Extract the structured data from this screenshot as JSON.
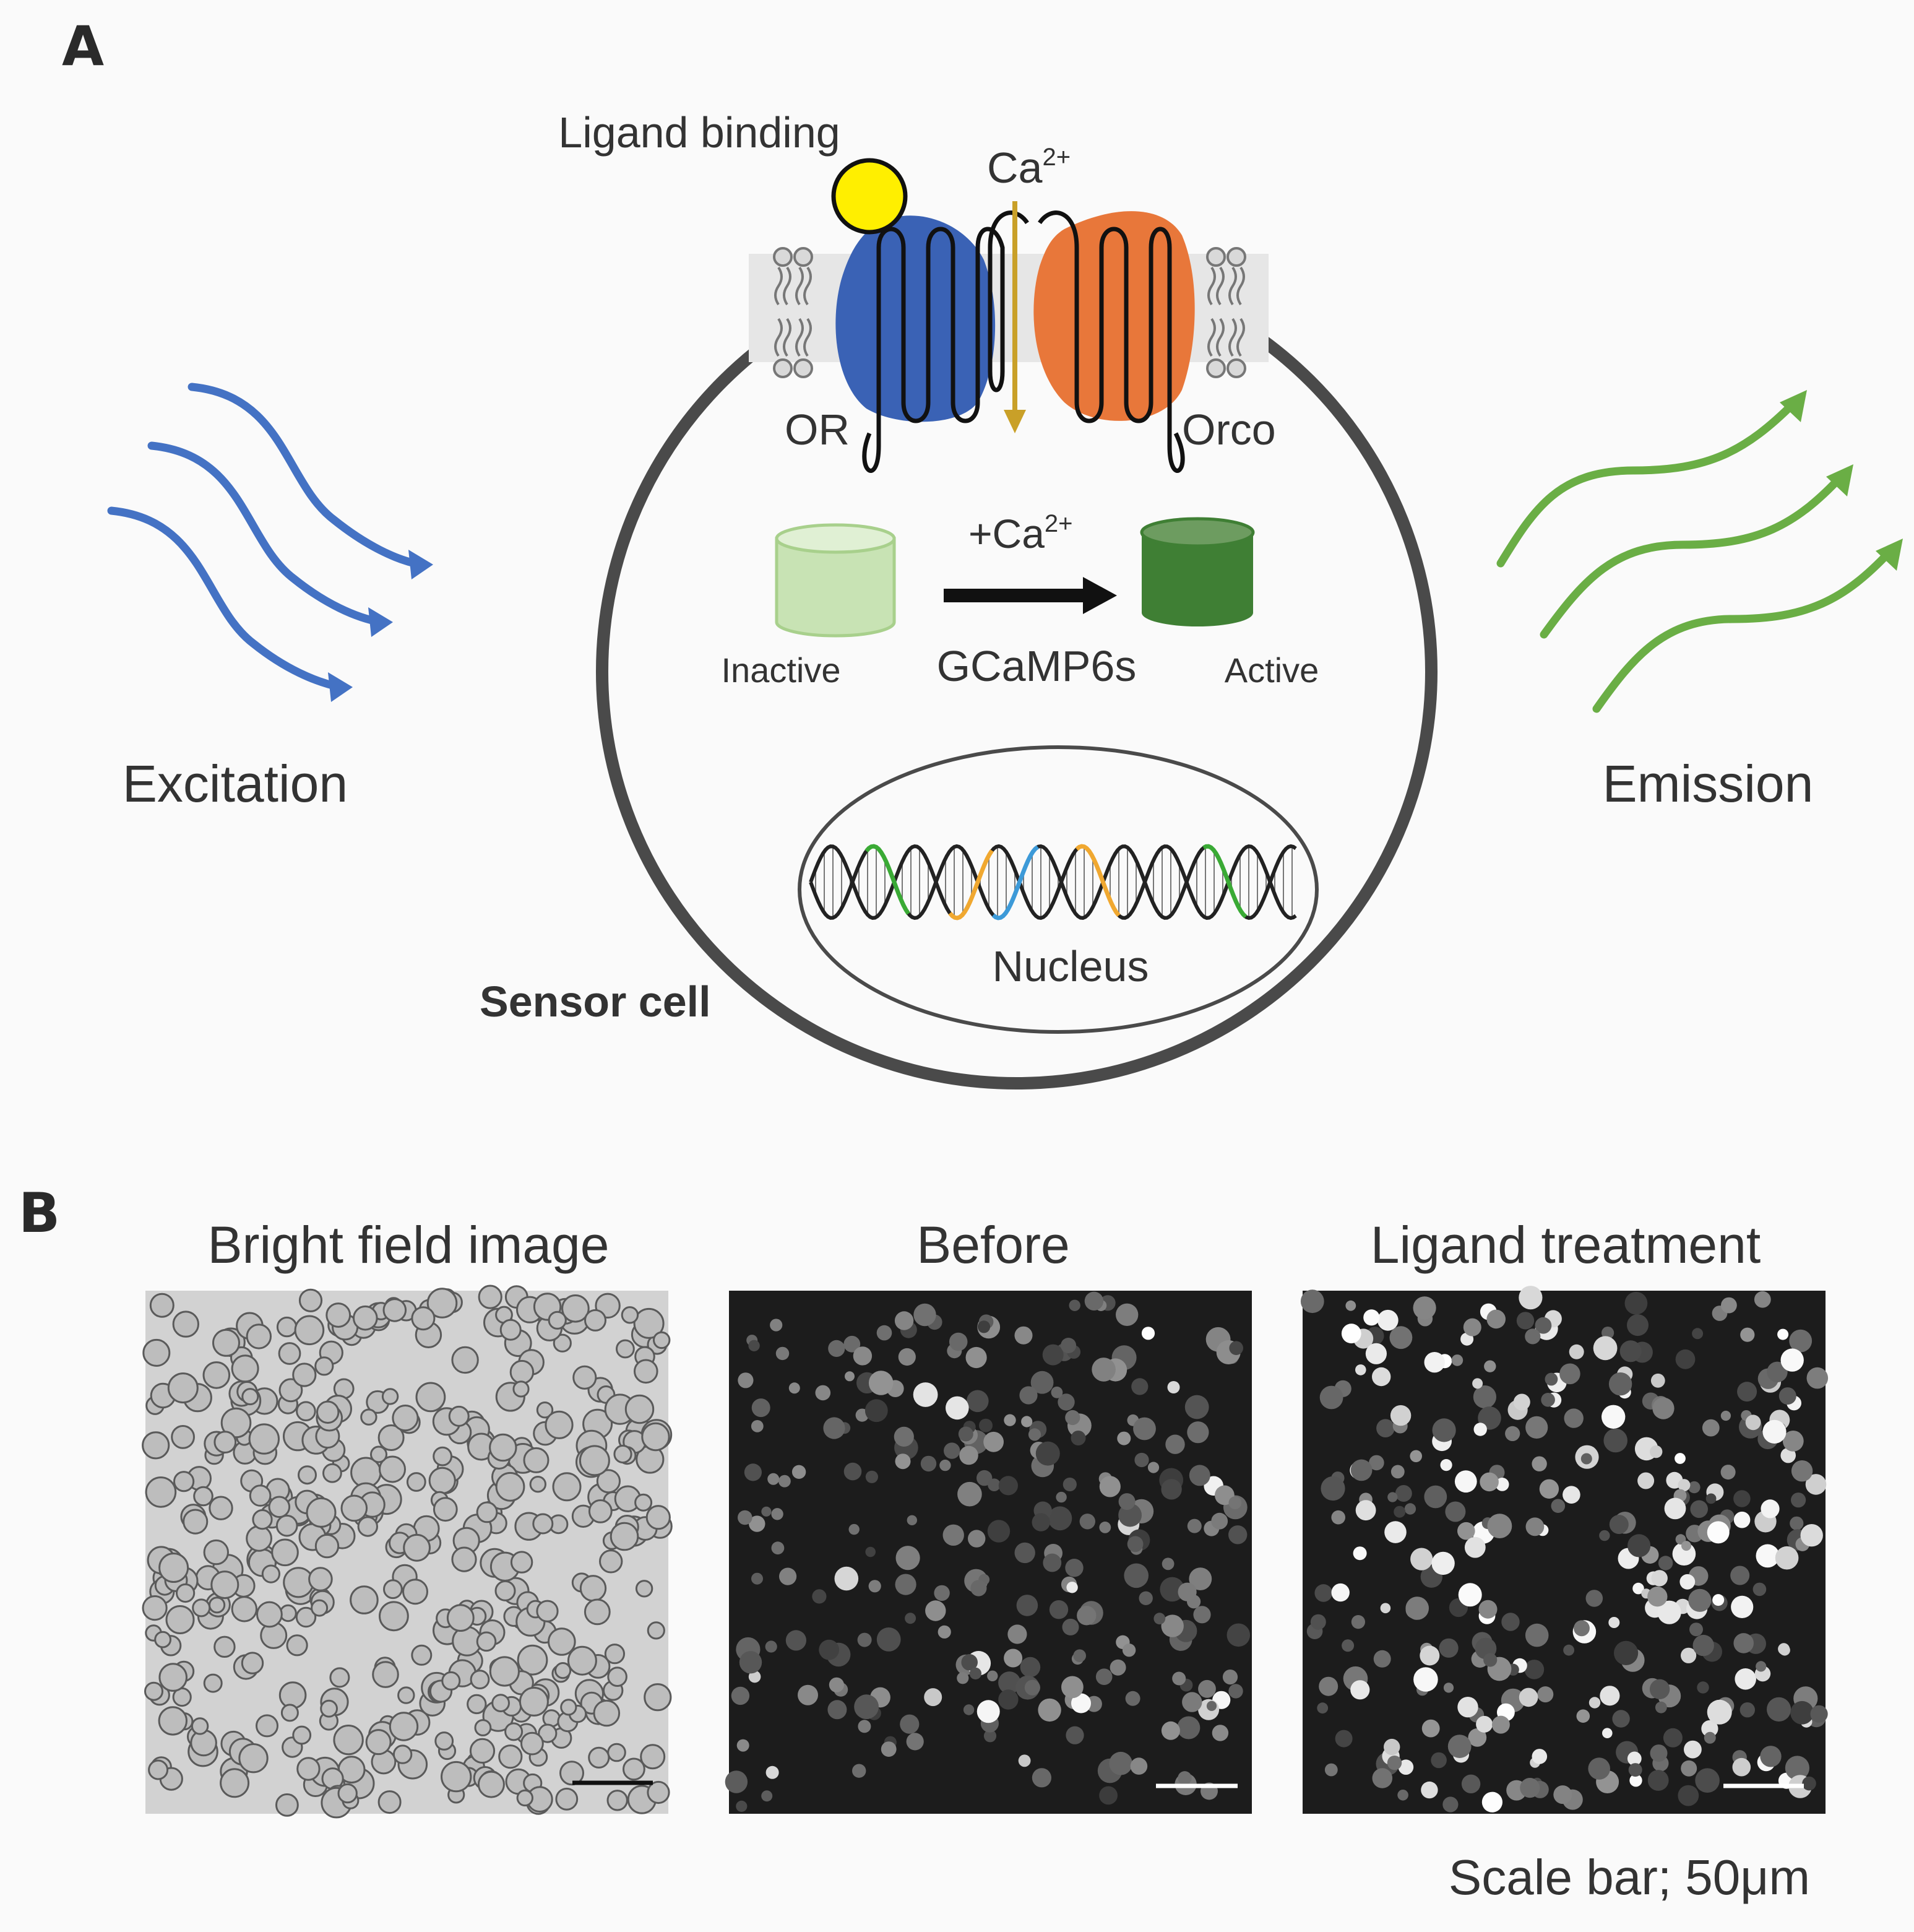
{
  "panel_a": {
    "letter": "A",
    "ligand_label": "Ligand binding",
    "ca_label_base": "Ca",
    "ca_label_sup": "2+",
    "or_label": "OR",
    "orco_label": "Orco",
    "plus_ca_base": "+Ca",
    "plus_ca_sup": "2+",
    "inactive_label": "Inactive",
    "gcamp_label": "GCaMP6s",
    "active_label": "Active",
    "nucleus_label": "Nucleus",
    "sensor_cell_label": "Sensor cell",
    "excitation_label": "Excitation",
    "emission_label": "Emission"
  },
  "panel_b": {
    "letter": "B",
    "titles": [
      "Bright field image",
      "Before",
      "Ligand treatment"
    ],
    "scale_note": "Scale bar; 50μm"
  },
  "colors": {
    "ligand": "#ffef00",
    "or_receptor": "#3a62b5",
    "orco_receptor": "#e8773a",
    "calcium_arrow": "#c9a028",
    "excitation": "#4472c4",
    "emission": "#6aae45",
    "gcamp_inactive": "#c8e3b4",
    "gcamp_active": "#3f7f34",
    "membrane": "#e6e6e6",
    "cell_outline": "#4a4a4a",
    "dna_green": "#3aaa35",
    "dna_orange": "#f0a830",
    "dna_blue": "#3d9ad8"
  }
}
